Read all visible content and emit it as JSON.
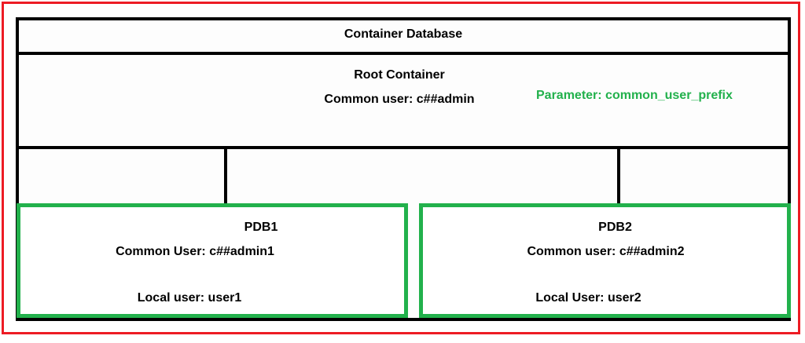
{
  "diagram": {
    "title": "Container Database",
    "frame_color": "#ed1c24",
    "box_color": "#000000",
    "accent_color": "#22b14c",
    "root": {
      "title": "Root Container",
      "common_user": "Common user: c##admin",
      "parameter_note": "Parameter: common_user_prefix"
    },
    "pdbs": [
      {
        "title": "PDB1",
        "common_user": "Common User: c##admin1",
        "local_user": "Local user: user1"
      },
      {
        "title": "PDB2",
        "common_user": "Common user: c##admin2",
        "local_user": "Local User: user2"
      }
    ]
  }
}
